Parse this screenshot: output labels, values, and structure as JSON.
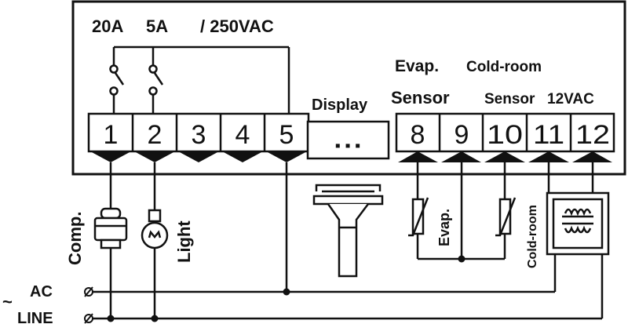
{
  "ratings": {
    "current1": "20A",
    "current2": "5A",
    "voltage": "/ 250VAC"
  },
  "terminals": [
    "1",
    "2",
    "3",
    "4",
    "5",
    "8",
    "9",
    "10",
    "11",
    "12"
  ],
  "display": {
    "label": "Display",
    "dots": "▪ ▪ ▪"
  },
  "sensor_labels": {
    "evap_top": "Evap.",
    "sensor1": "Sensor",
    "coldroom_top": "Cold-room",
    "sensor2": "Sensor",
    "supply": "12VAC"
  },
  "loads": {
    "comp": "Comp.",
    "light": "Light"
  },
  "probes": {
    "evap": "Evap.",
    "coldroom": "Cold-room"
  },
  "line": {
    "tilde": "~",
    "ac": "AC",
    "line": "LINE"
  }
}
